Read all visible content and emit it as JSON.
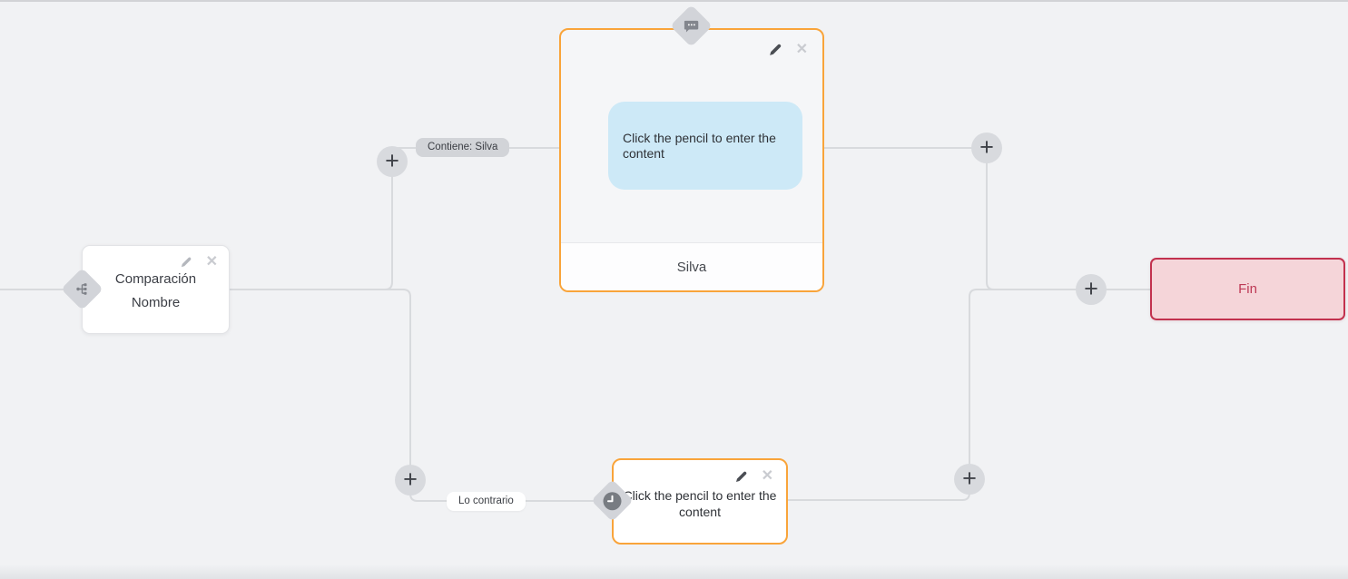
{
  "glyphs": {
    "plus": "+",
    "close": "✕"
  },
  "colors": {
    "canvas_bg": "#F1F2F4",
    "connector": "#D8DADD",
    "accent_orange": "#F9A43A",
    "bubble_blue": "#CDE9F7",
    "pill_gray": "#D2D4D8",
    "end_bg": "#F5D5D9",
    "end_border": "#C2314E",
    "end_text": "#BE3A56",
    "text_dark": "#3B3E45"
  },
  "icons": {
    "comparison_port": "sitemap-icon",
    "message_port": "speech-bubble-icon",
    "delay_port": "clock-icon",
    "edit": "pencil-icon",
    "delete": "close-icon",
    "add": "plus-icon"
  },
  "edges": {
    "contains_label": "Contiene: Silva",
    "otherwise_label": "Lo contrario"
  },
  "nodes": {
    "comparison": {
      "title": "Comparación",
      "subtitle": "Nombre"
    },
    "message": {
      "bubble_text": "Click the pencil to enter the content",
      "footer_text": "Silva"
    },
    "delay": {
      "text": "Click the pencil to enter the content"
    },
    "end": {
      "label": "Fin"
    }
  }
}
